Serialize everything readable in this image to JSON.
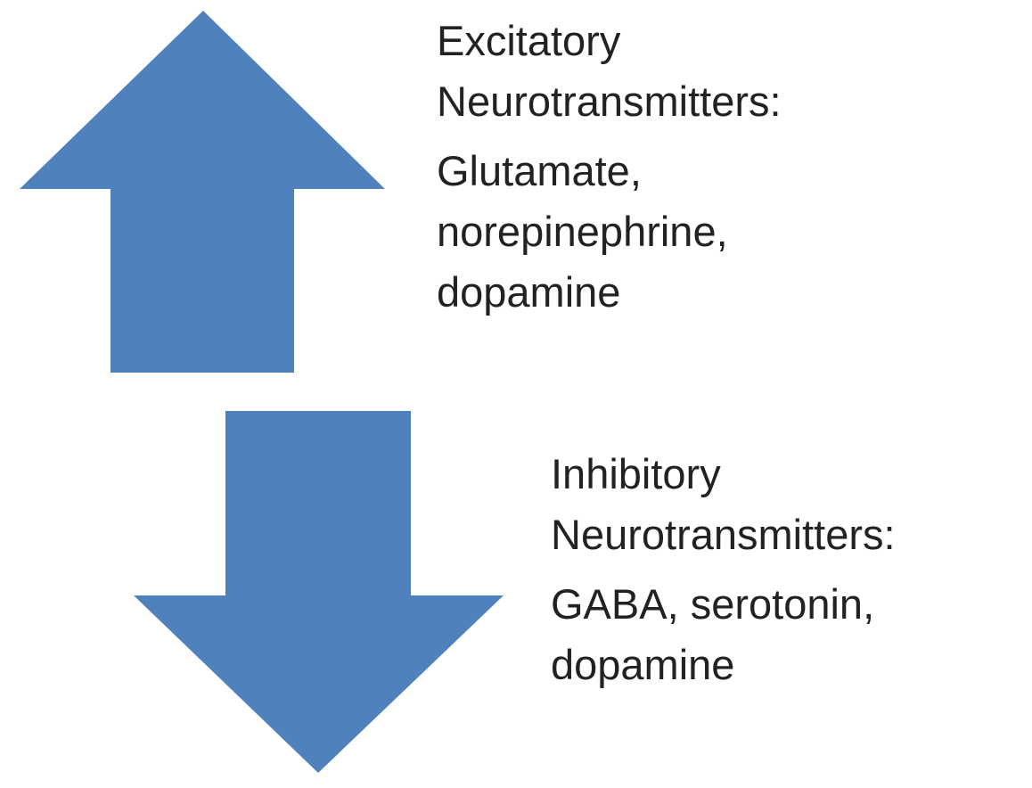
{
  "colors": {
    "arrow_fill": "#4f81bd",
    "text": "#222222",
    "background": "#ffffff"
  },
  "diagram": {
    "up_arrow": {
      "icon": "arrow-up-icon"
    },
    "down_arrow": {
      "icon": "arrow-down-icon"
    },
    "excitatory": {
      "heading_line1": "Excitatory",
      "heading_line2": "Neurotransmitters:",
      "list_line1": "Glutamate,",
      "list_line2": "norepinephrine,",
      "list_line3": "dopamine"
    },
    "inhibitory": {
      "heading_line1": "Inhibitory",
      "heading_line2": "Neurotransmitters:",
      "list_line1": "GABA, serotonin,",
      "list_line2": "dopamine"
    }
  }
}
